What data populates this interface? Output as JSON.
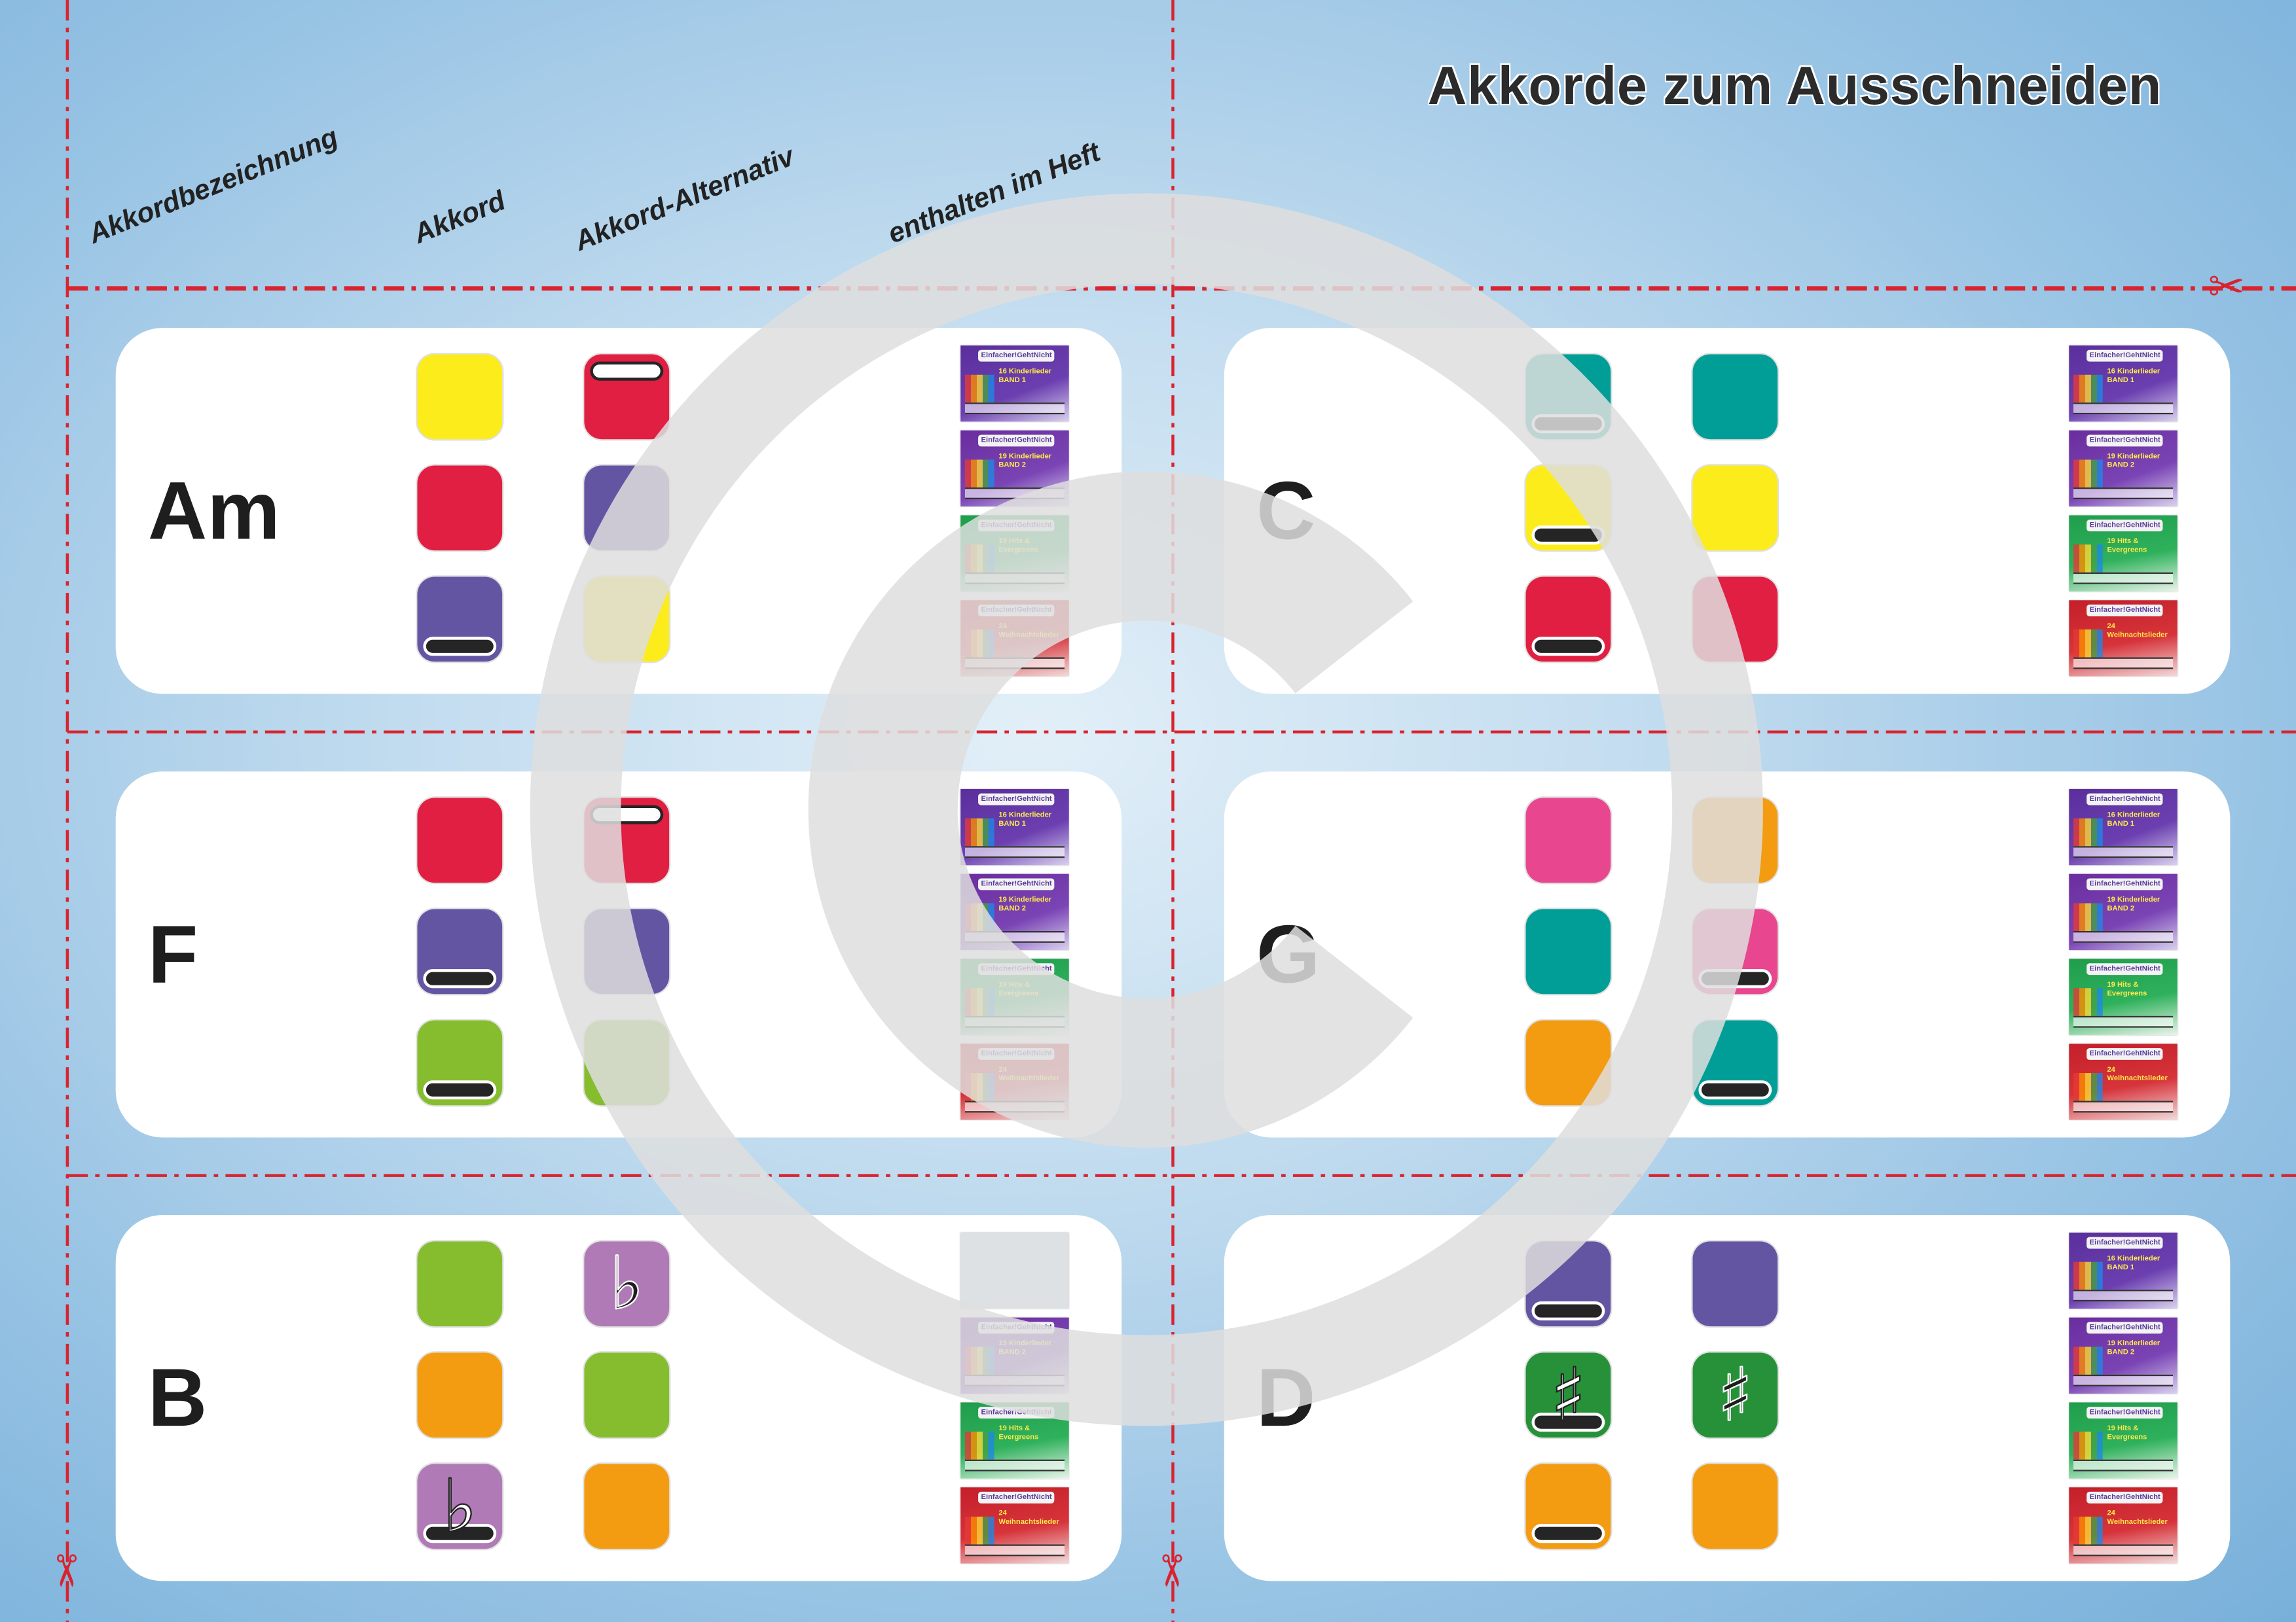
{
  "title": "Akkorde zum Ausschneiden",
  "headers": {
    "chord_name": "Akkordbezeichnung",
    "chord": "Akkord",
    "chord_alternative": "Akkord-Alternativ",
    "contained_in_book": "enthalten im Heft"
  },
  "colors": {
    "cut_line": "#d9232e",
    "yellow": "#fcec1c",
    "red": "#e01f42",
    "purple": "#6455a3",
    "teal": "#009e96",
    "green": "#86bd2f",
    "orange": "#f39c12",
    "pink": "#e8468f",
    "lilac": "#b07ab6",
    "darkgreen": "#27913a",
    "watermark": "#e1e1e1"
  },
  "watermark": "©",
  "icons": {
    "cut": "scissors-icon"
  },
  "book_brand": "Einfacher!GehtNicht",
  "cards": [
    {
      "chord": "Am",
      "akkord": [
        {
          "color": "yellow"
        },
        {
          "color": "red"
        },
        {
          "color": "purple",
          "marker": "bar-bottom"
        }
      ],
      "alternativ": [
        {
          "color": "red",
          "marker": "bar-top"
        },
        {
          "color": "purple"
        },
        {
          "color": "yellow"
        }
      ],
      "books": [
        "16 Kinderlieder BAND 1",
        "19 Kinderlieder BAND 2",
        "19 Hits & Evergreens",
        "24 Weihnachtslieder"
      ]
    },
    {
      "chord": "C",
      "akkord": [
        {
          "color": "teal",
          "marker": "bar-bottom"
        },
        {
          "color": "yellow",
          "marker": "bar-bottom"
        },
        {
          "color": "red",
          "marker": "bar-bottom"
        }
      ],
      "alternativ": [
        {
          "color": "teal"
        },
        {
          "color": "yellow"
        },
        {
          "color": "red"
        }
      ],
      "books": [
        "16 Kinderlieder BAND 1",
        "19 Kinderlieder BAND 2",
        "19 Hits & Evergreens",
        "24 Weihnachtslieder"
      ]
    },
    {
      "chord": "F",
      "akkord": [
        {
          "color": "red"
        },
        {
          "color": "purple",
          "marker": "bar-bottom"
        },
        {
          "color": "green",
          "marker": "bar-bottom"
        }
      ],
      "alternativ": [
        {
          "color": "red",
          "marker": "bar-top"
        },
        {
          "color": "purple"
        },
        {
          "color": "green"
        }
      ],
      "books": [
        "16 Kinderlieder BAND 1",
        "19 Kinderlieder BAND 2",
        "19 Hits & Evergreens",
        "24 Weihnachtslieder"
      ]
    },
    {
      "chord": "G",
      "akkord": [
        {
          "color": "pink"
        },
        {
          "color": "teal"
        },
        {
          "color": "orange"
        }
      ],
      "alternativ": [
        {
          "color": "orange"
        },
        {
          "color": "pink",
          "marker": "bar-bottom"
        },
        {
          "color": "teal",
          "marker": "bar-bottom"
        }
      ],
      "books": [
        "16 Kinderlieder BAND 1",
        "19 Kinderlieder BAND 2",
        "19 Hits & Evergreens",
        "24 Weihnachtslieder"
      ]
    },
    {
      "chord": "B",
      "akkord": [
        {
          "color": "green"
        },
        {
          "color": "orange"
        },
        {
          "color": "lilac",
          "marker": "bar-bottom",
          "accidental": "flat"
        }
      ],
      "alternativ": [
        {
          "color": "lilac",
          "accidental": "flat"
        },
        {
          "color": "green"
        },
        {
          "color": "orange"
        }
      ],
      "books": [
        "",
        "19 Kinderlieder BAND 2",
        "19 Hits & Evergreens",
        "24 Weihnachtslieder"
      ]
    },
    {
      "chord": "D",
      "akkord": [
        {
          "color": "purple",
          "marker": "bar-bottom"
        },
        {
          "color": "darkgreen",
          "marker": "bar-bottom",
          "accidental": "sharp"
        },
        {
          "color": "orange",
          "marker": "bar-bottom"
        }
      ],
      "alternativ": [
        {
          "color": "purple"
        },
        {
          "color": "darkgreen",
          "accidental": "sharp"
        },
        {
          "color": "orange"
        }
      ],
      "books": [
        "16 Kinderlieder BAND 1",
        "19 Kinderlieder BAND 2",
        "19 Hits & Evergreens",
        "24 Weihnachtslieder"
      ]
    }
  ]
}
